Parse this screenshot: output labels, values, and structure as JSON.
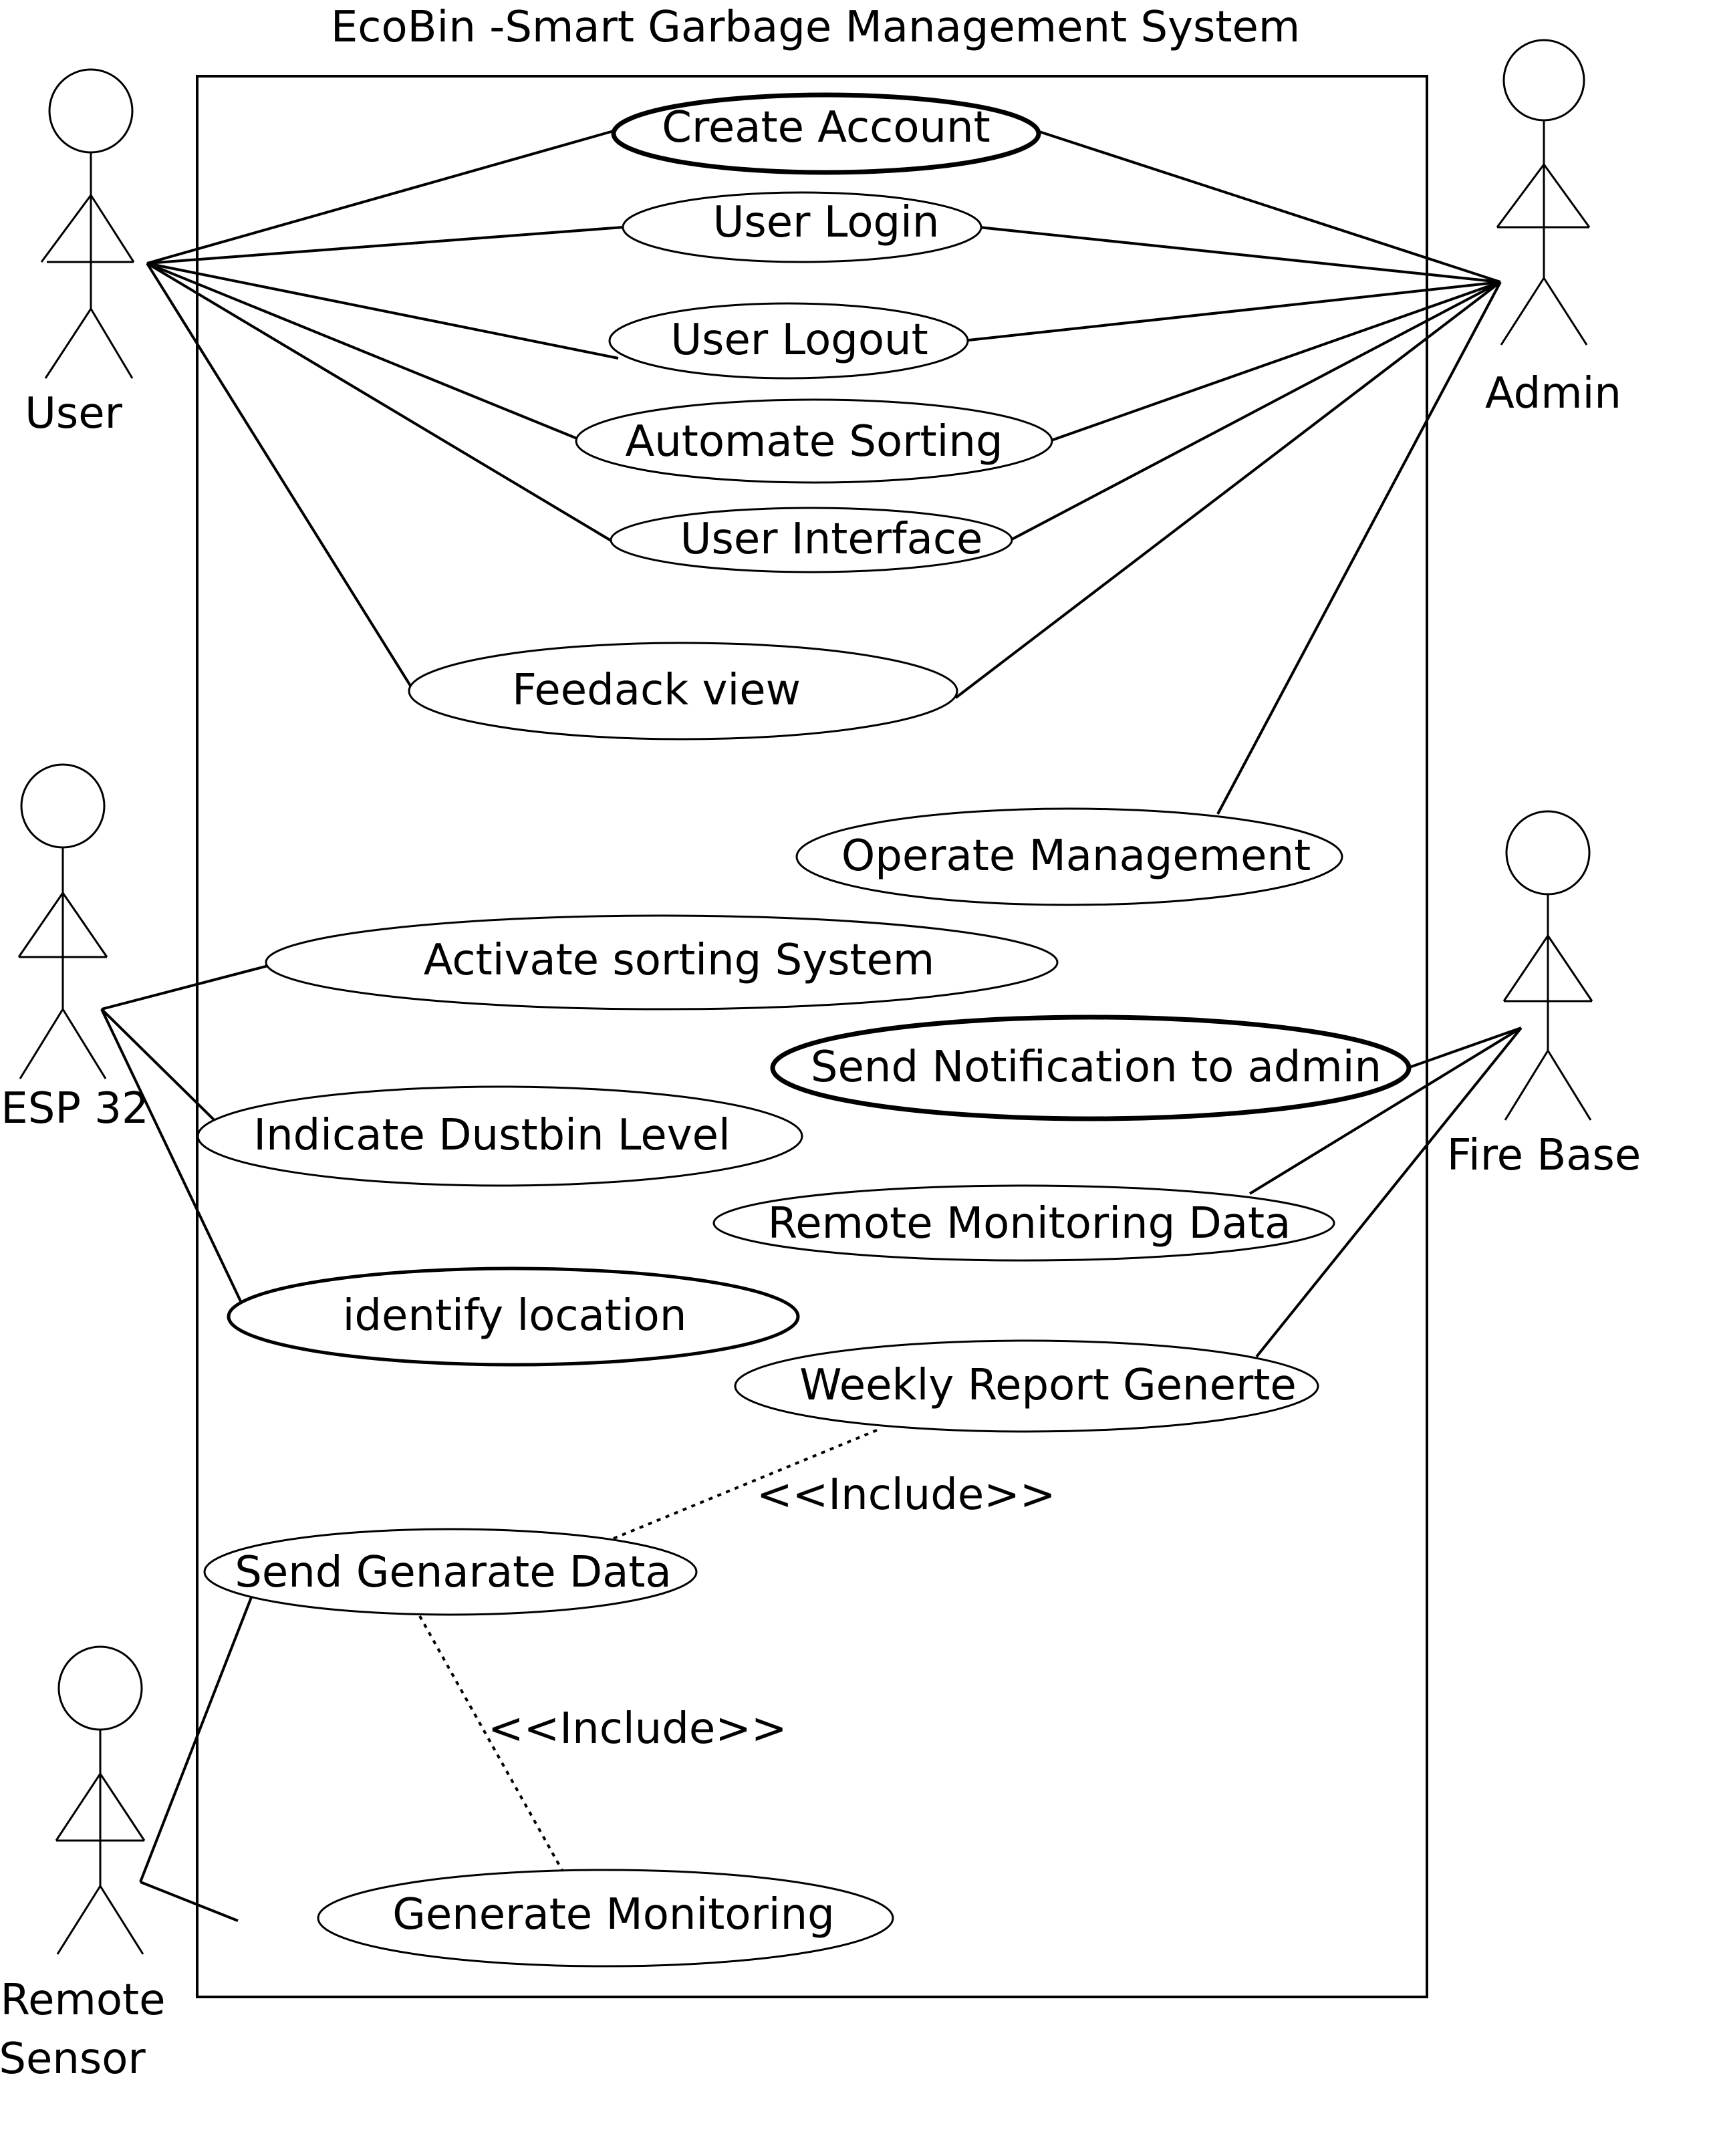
{
  "title": "EcoBin -Smart Garbage Management System",
  "actors": [
    {
      "id": "user",
      "name": "User"
    },
    {
      "id": "admin",
      "name": "Admin"
    },
    {
      "id": "esp32",
      "name": "ESP 32"
    },
    {
      "id": "firebase",
      "name": "Fire Base"
    },
    {
      "id": "sensor",
      "name": "Remote\nSensor",
      "name_line1": "Remote",
      "name_line2": "Sensor"
    }
  ],
  "use_cases": [
    {
      "id": "create_account",
      "label": "Create Account",
      "emphasis": true
    },
    {
      "id": "user_login",
      "label": "User Login"
    },
    {
      "id": "user_logout",
      "label": "User Logout"
    },
    {
      "id": "automate_sorting",
      "label": "Automate Sorting"
    },
    {
      "id": "user_interface",
      "label": "User Interface"
    },
    {
      "id": "feedback_view",
      "label": "Feedack view"
    },
    {
      "id": "operate_management",
      "label": "Operate Management"
    },
    {
      "id": "activate_sorting",
      "label": "Activate sorting System"
    },
    {
      "id": "send_notification",
      "label": "Send Notification to admin",
      "emphasis": true
    },
    {
      "id": "indicate_level",
      "label": "Indicate Dustbin Level"
    },
    {
      "id": "remote_monitoring",
      "label": "Remote Monitoring Data"
    },
    {
      "id": "identify_location",
      "label": "identify location"
    },
    {
      "id": "weekly_report",
      "label": "Weekly Report Generte"
    },
    {
      "id": "send_generate_data",
      "label": "Send Genarate Data"
    },
    {
      "id": "generate_monitoring",
      "label": "Generate Monitoring"
    }
  ],
  "associations": [
    [
      "user",
      "create_account"
    ],
    [
      "user",
      "user_login"
    ],
    [
      "user",
      "user_logout"
    ],
    [
      "user",
      "automate_sorting"
    ],
    [
      "user",
      "user_interface"
    ],
    [
      "user",
      "feedback_view"
    ],
    [
      "admin",
      "create_account"
    ],
    [
      "admin",
      "user_login"
    ],
    [
      "admin",
      "user_logout"
    ],
    [
      "admin",
      "automate_sorting"
    ],
    [
      "admin",
      "user_interface"
    ],
    [
      "admin",
      "feedback_view"
    ],
    [
      "admin",
      "operate_management"
    ],
    [
      "esp32",
      "activate_sorting"
    ],
    [
      "esp32",
      "indicate_level"
    ],
    [
      "esp32",
      "identify_location"
    ],
    [
      "firebase",
      "send_notification"
    ],
    [
      "firebase",
      "remote_monitoring"
    ],
    [
      "firebase",
      "weekly_report"
    ],
    [
      "sensor",
      "send_generate_data"
    ],
    [
      "sensor",
      "generate_monitoring"
    ]
  ],
  "includes": [
    {
      "from": "send_generate_data",
      "to": "weekly_report",
      "label": "<<Include>>"
    },
    {
      "from": "send_generate_data",
      "to": "generate_monitoring",
      "label": "<<Include>>"
    }
  ]
}
